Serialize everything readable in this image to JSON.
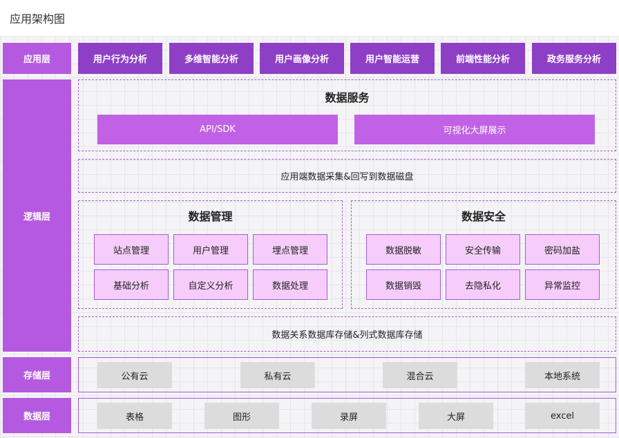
{
  "page_title": "应用架构图",
  "layers": {
    "app": "应用层",
    "logic": "逻辑层",
    "storage": "存储层",
    "data": "数据层"
  },
  "app_items": [
    "用户行为分析",
    "多维智能分析",
    "用户画像分析",
    "用户智能运营",
    "前端性能分析",
    "政务服务分析"
  ],
  "data_service": {
    "title": "数据服务",
    "items": [
      "API/SDK",
      "可视化大屏展示"
    ]
  },
  "collect_strip": "应用端数据采集&回写到数据磁盘",
  "data_management": {
    "title": "数据管理",
    "items": [
      "站点管理",
      "用户管理",
      "埋点管理",
      "基础分析",
      "自定义分析",
      "数据处理"
    ]
  },
  "data_security": {
    "title": "数据安全",
    "items": [
      "数据脱敏",
      "安全传输",
      "密码加盐",
      "数据销毁",
      "去隐私化",
      "异常监控"
    ]
  },
  "db_strip": "数据关系数据库存储&列式数据库存储",
  "storage_items": [
    "公有云",
    "私有云",
    "混合云",
    "本地系统"
  ],
  "data_items": [
    "表格",
    "图形",
    "录屏",
    "大屏",
    "excel"
  ],
  "colors": {
    "layer_label": "#b55ae0",
    "app_item": "#8e3fc6",
    "service": "#c162e6",
    "tile_fill": "#f6cdfa",
    "border": "#a35ad4",
    "gray_tile": "#dcdcdc"
  }
}
